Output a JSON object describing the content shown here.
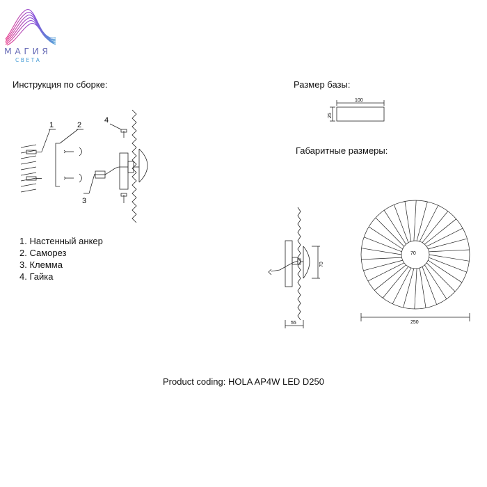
{
  "brand": {
    "name": "МАГИЯ",
    "tagline": "СВЕТА",
    "colors": [
      "#e83e8c",
      "#8a4fd8",
      "#4b9fd6"
    ]
  },
  "assembly": {
    "heading": "Инструкция по сборке:",
    "callouts": [
      "1",
      "2",
      "3",
      "4"
    ],
    "legend": [
      "1. Настенный анкер",
      "2. Саморез",
      "3. Клемма",
      "4. Гайка"
    ]
  },
  "base_size": {
    "heading": "Размер базы:",
    "width": "100",
    "height": "25"
  },
  "overall_dimensions": {
    "heading": "Габаритные размеры:",
    "side_height": "70",
    "side_depth": "55",
    "front_inner": "70",
    "front_diameter": "250"
  },
  "footer": {
    "product_coding": "Product coding: HOLA AP4W LED D250"
  }
}
